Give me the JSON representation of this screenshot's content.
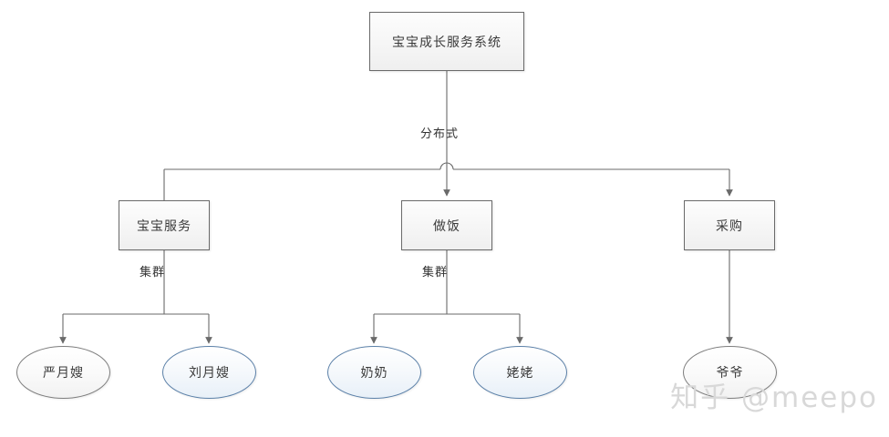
{
  "diagram": {
    "root": {
      "label": "宝宝成长服务系统"
    },
    "level2": [
      {
        "label": "宝宝服务"
      },
      {
        "label": "做饭"
      },
      {
        "label": "采购"
      }
    ],
    "level3": [
      {
        "label": "严月嫂",
        "style": "gray"
      },
      {
        "label": "刘月嫂",
        "style": "blue"
      },
      {
        "label": "奶奶",
        "style": "blue"
      },
      {
        "label": "姥姥",
        "style": "blue"
      },
      {
        "label": "爷爷",
        "style": "gray"
      }
    ],
    "edge_labels": {
      "distributed": "分布式",
      "cluster_left": "集群",
      "cluster_middle": "集群"
    },
    "colors": {
      "box_border": "#6a6a6a",
      "ellipse_border_gray": "#7d7d7d",
      "ellipse_border_blue": "#5b80a8",
      "connector": "#6a6a6a",
      "text": "#3b3b3b",
      "watermark": "#d8d8d8",
      "background": "#ffffff"
    }
  },
  "watermark": {
    "text": "知乎 @meepo"
  }
}
